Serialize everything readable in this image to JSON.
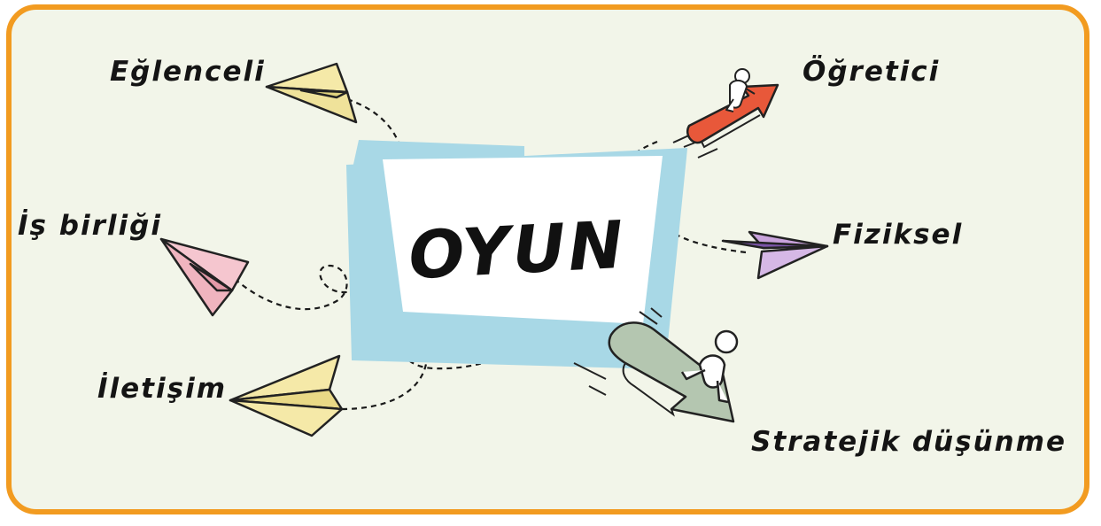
{
  "center_title": "OYUN",
  "labels": {
    "eglenceli": "Eğlenceli",
    "is_birligi": "İş birliği",
    "iletisim": "İletişim",
    "ogretici": "Öğretici",
    "fiziksel": "Fiziksel",
    "stratejik": "Stratejik düşünme"
  },
  "colors": {
    "border": "#f29b20",
    "background": "#f2f5e9",
    "frame_blue": "#a8d8e6",
    "plane_yellow": "#f5e9a8",
    "plane_pink": "#f5c6cf",
    "plane_purple": "#c9a3dc",
    "arrow_red": "#e8583a",
    "arrow_green": "#b4c6b0"
  },
  "icons": [
    "paper-plane-icon",
    "rising-arrow-icon",
    "falling-arrow-icon",
    "climbing-person-icon"
  ]
}
